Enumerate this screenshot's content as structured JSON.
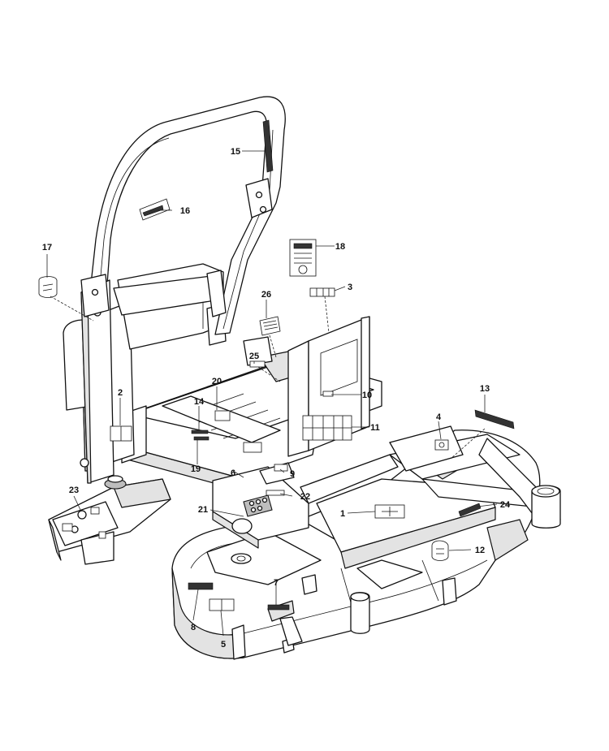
{
  "diagram": {
    "callouts": [
      {
        "id": "c1",
        "label": "1"
      },
      {
        "id": "c2",
        "label": "2"
      },
      {
        "id": "c3",
        "label": "3"
      },
      {
        "id": "c4",
        "label": "4"
      },
      {
        "id": "c5",
        "label": "5"
      },
      {
        "id": "c6",
        "label": "6"
      },
      {
        "id": "c7",
        "label": "7"
      },
      {
        "id": "c8",
        "label": "8"
      },
      {
        "id": "c9",
        "label": "9"
      },
      {
        "id": "c10",
        "label": "10"
      },
      {
        "id": "c11",
        "label": "11"
      },
      {
        "id": "c12",
        "label": "12"
      },
      {
        "id": "c13",
        "label": "13"
      },
      {
        "id": "c14",
        "label": "14"
      },
      {
        "id": "c15",
        "label": "15"
      },
      {
        "id": "c16",
        "label": "16"
      },
      {
        "id": "c17",
        "label": "17"
      },
      {
        "id": "c18",
        "label": "18"
      },
      {
        "id": "c19",
        "label": "19"
      },
      {
        "id": "c20",
        "label": "20"
      },
      {
        "id": "c21",
        "label": "21"
      },
      {
        "id": "c22",
        "label": "22"
      },
      {
        "id": "c23",
        "label": "23"
      },
      {
        "id": "c24",
        "label": "24"
      },
      {
        "id": "c25",
        "label": "25"
      },
      {
        "id": "c26",
        "label": "26"
      }
    ]
  }
}
